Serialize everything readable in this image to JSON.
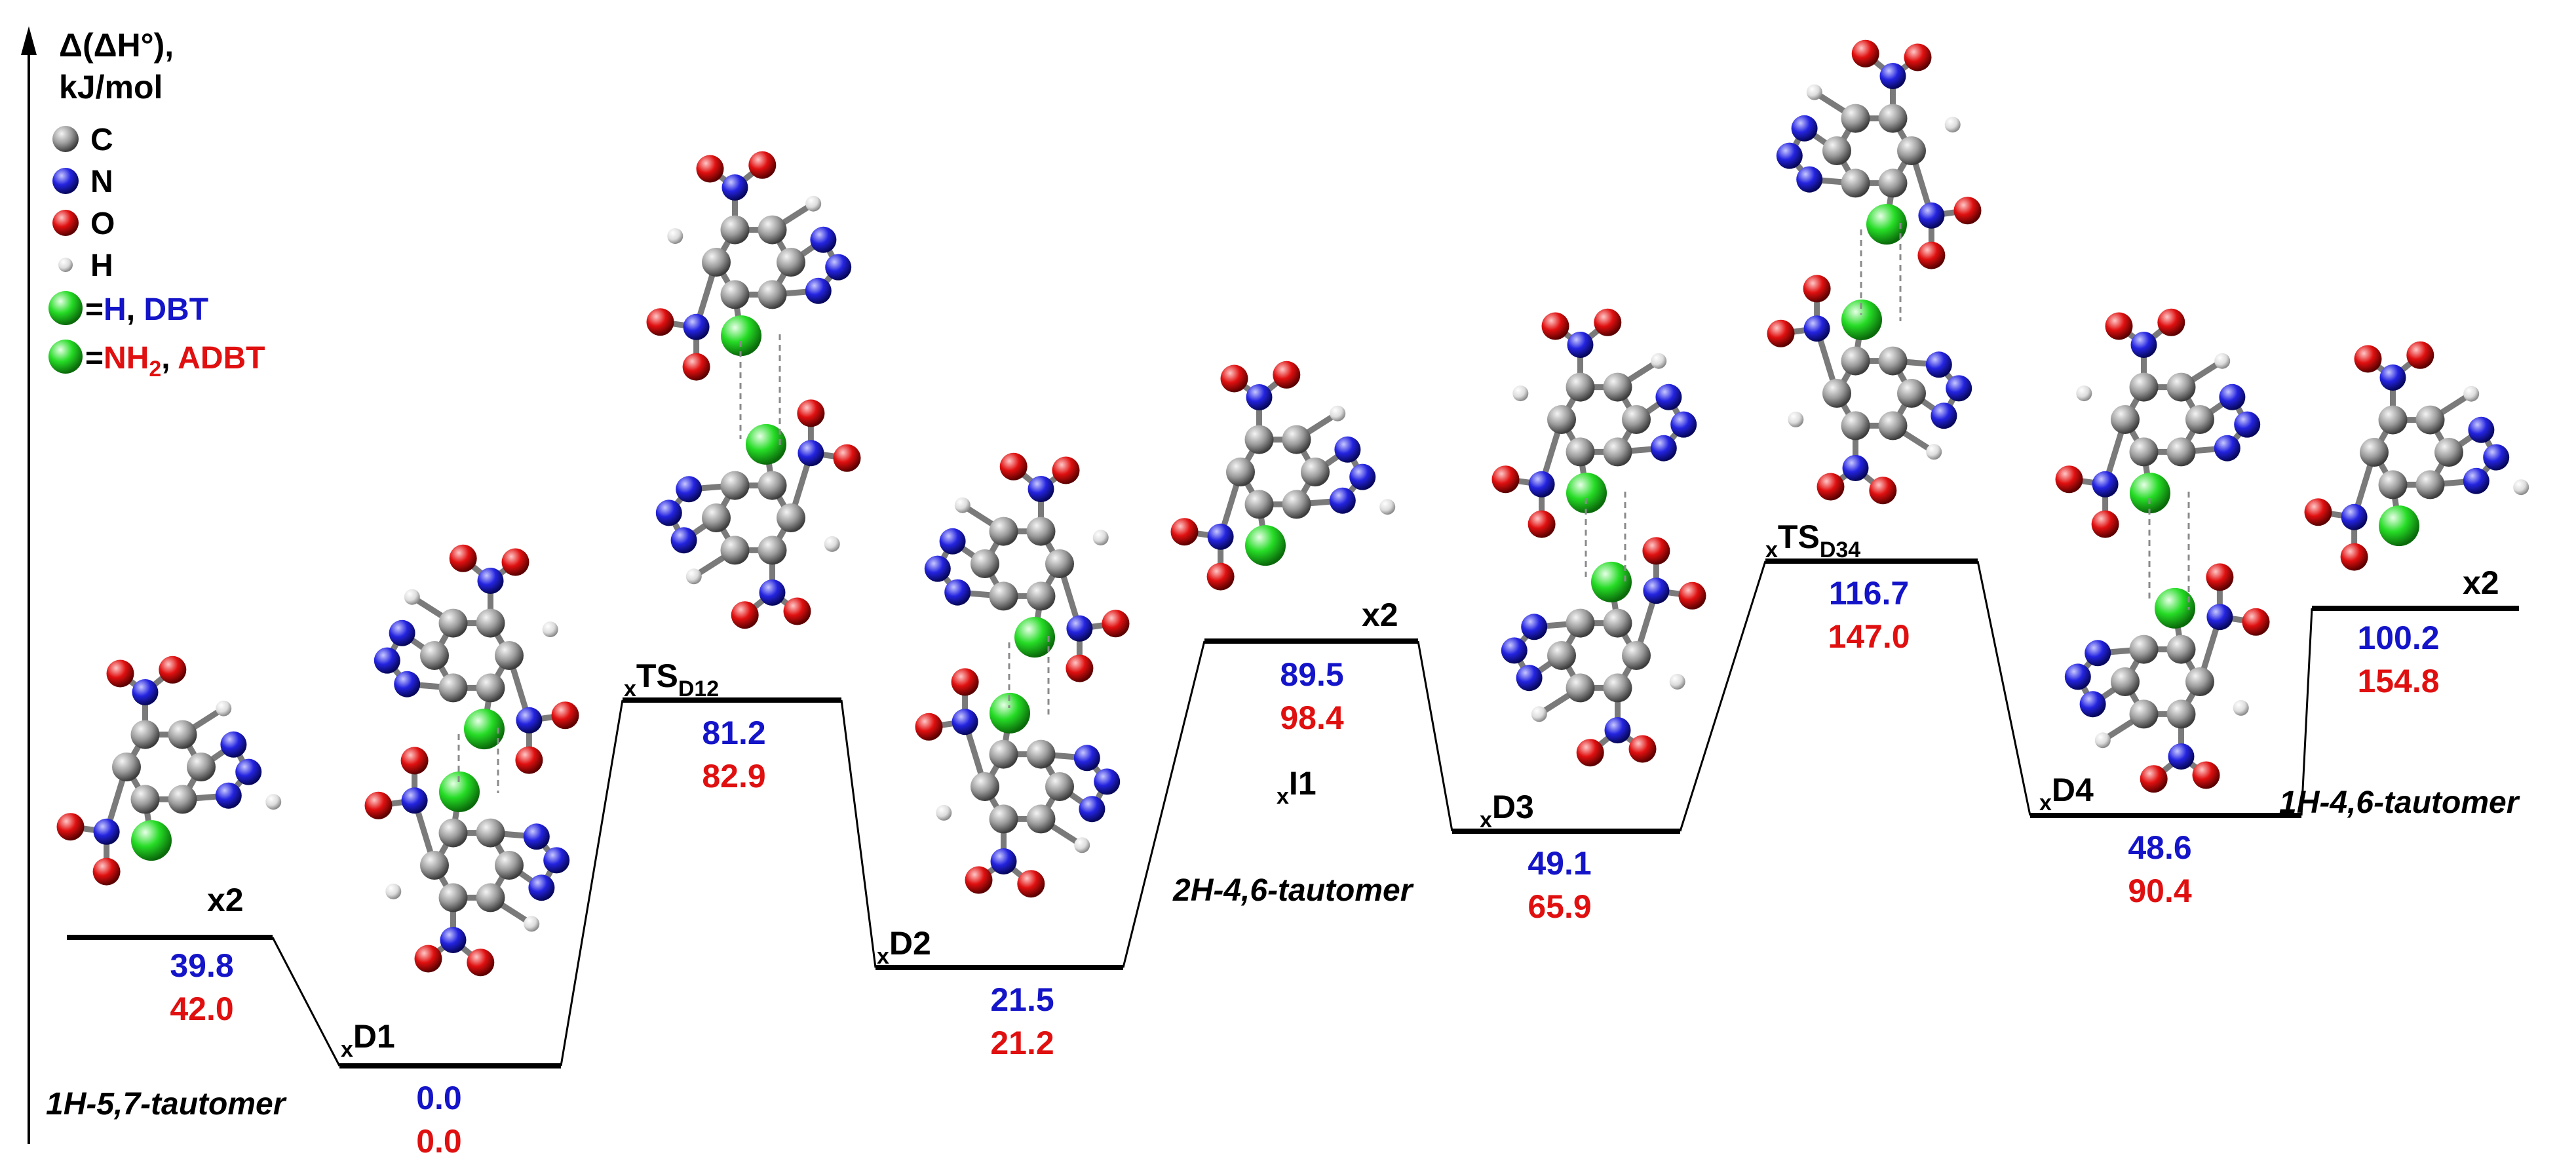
{
  "axis": {
    "label_line1": "Δ(ΔH°),",
    "label_line2": "kJ/mol"
  },
  "legend": {
    "atoms": [
      {
        "label": "C",
        "color": "#8c8c8c"
      },
      {
        "label": "N",
        "color": "#1a1ad6"
      },
      {
        "label": "O",
        "color": "#e01010"
      },
      {
        "label": "H",
        "color": "#e8e8e8"
      }
    ],
    "substituents": [
      {
        "prefix": "=",
        "name": "H",
        "compound": "DBT",
        "color": "#1414c8"
      },
      {
        "prefix": "=",
        "name": "NH2",
        "compound": "ADBT",
        "color": "#e01010"
      }
    ],
    "sphere_color": "#2ee02e"
  },
  "colors": {
    "dbt": "#1414c8",
    "adbt": "#e01010",
    "level": "#000000"
  },
  "chart_data": {
    "type": "energy_profile",
    "ylabel": "Δ(ΔH°), kJ/mol",
    "series": [
      {
        "name": "DBT",
        "color": "#1414c8"
      },
      {
        "name": "ADBT",
        "color": "#e01010"
      }
    ],
    "states": [
      {
        "label": "",
        "multiplier": "x2",
        "dbt": "39.8",
        "adbt": "42.0",
        "tautomer": "1H-5,7-tautomer"
      },
      {
        "label": "D1",
        "multiplier": "",
        "dbt": "0.0",
        "adbt": "0.0",
        "tautomer": ""
      },
      {
        "label": "TS",
        "sub": "D12",
        "multiplier": "",
        "dbt": "81.2",
        "adbt": "82.9",
        "tautomer": ""
      },
      {
        "label": "D2",
        "multiplier": "",
        "dbt": "21.5",
        "adbt": "21.2",
        "tautomer": ""
      },
      {
        "label": "I1",
        "multiplier": "x2",
        "dbt": "89.5",
        "adbt": "98.4",
        "tautomer": "2H-4,6-tautomer"
      },
      {
        "label": "D3",
        "multiplier": "",
        "dbt": "49.1",
        "adbt": "65.9",
        "tautomer": ""
      },
      {
        "label": "TS",
        "sub": "D34",
        "multiplier": "",
        "dbt": "116.7",
        "adbt": "147.0",
        "tautomer": ""
      },
      {
        "label": "D4",
        "multiplier": "",
        "dbt": "48.6",
        "adbt": "90.4",
        "tautomer": ""
      },
      {
        "label": "",
        "multiplier": "x2",
        "dbt": "100.2",
        "adbt": "154.8",
        "tautomer": "1H-4,6-tautomer"
      }
    ]
  }
}
